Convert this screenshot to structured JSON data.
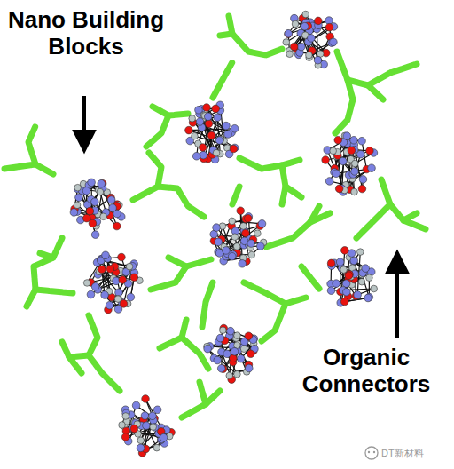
{
  "diagram": {
    "labels": [
      "Nano Building Blocks",
      "Organic Connectors",
      "DT新材料"
    ]
  }
}
